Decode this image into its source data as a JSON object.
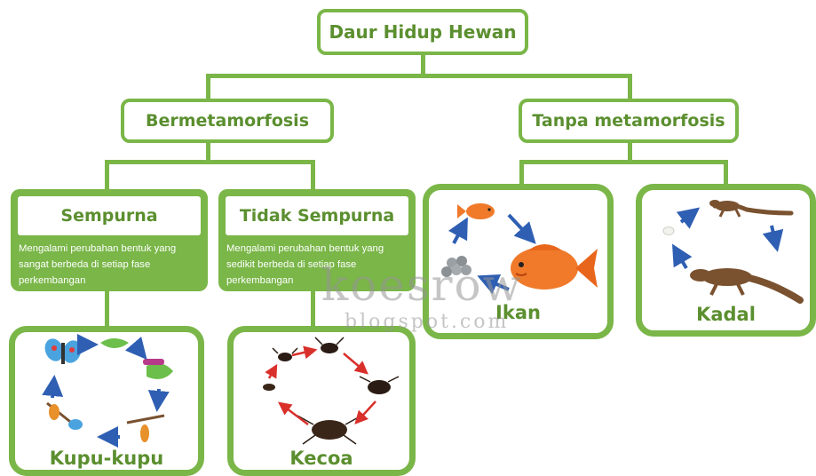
{
  "root": {
    "label": "Daur Hidup Hewan"
  },
  "branches": {
    "left": {
      "label": "Bermetamorfosis"
    },
    "right": {
      "label": "Tanpa metamorfosis"
    }
  },
  "categories": {
    "sempurna": {
      "title": "Sempurna",
      "description": "Mengalami perubahan bentuk yang sangat berbeda di setiap fase perkembangan"
    },
    "tidak_sempurna": {
      "title": "Tidak Sempurna",
      "description": "Mengalami perubahan bentuk yang sedikit berbeda di setiap fase perkembangan"
    }
  },
  "examples": {
    "kupu": {
      "label": "Kupu-kupu"
    },
    "kecoa": {
      "label": "Kecoa"
    },
    "ikan": {
      "label": "Ikan"
    },
    "kadal": {
      "label": "Kadal"
    }
  },
  "watermark": {
    "line1": "koesrow",
    "line2": "blogspot.com"
  },
  "colors": {
    "accent": "#7ab648",
    "label_text": "#5b8f2f",
    "arrow_blue": "#2f5fb3",
    "arrow_red": "#d9302b"
  }
}
